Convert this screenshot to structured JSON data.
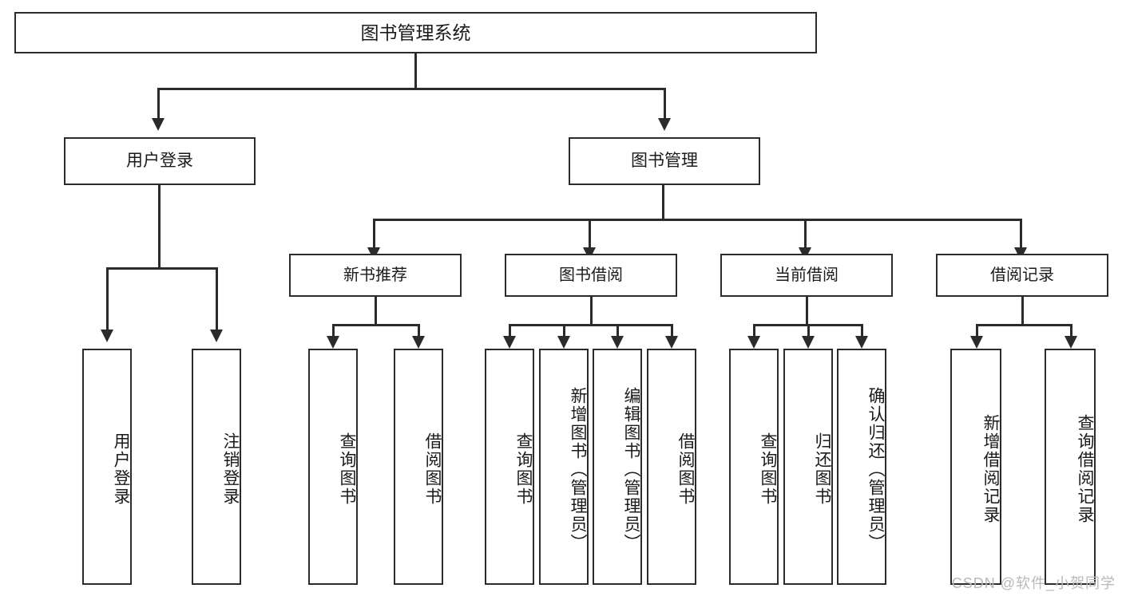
{
  "diagram": {
    "title": "图书管理系统",
    "watermark": "CSDN @软件_小贺同学",
    "line_color": "#2b2b2b",
    "box_fill": "#ffffff",
    "text_color": "#1a1a1a",
    "root": {
      "label": "图书管理系统"
    },
    "level1": [
      {
        "label": "用户登录"
      },
      {
        "label": "图书管理"
      }
    ],
    "level2": [
      {
        "label": "新书推荐"
      },
      {
        "label": "图书借阅"
      },
      {
        "label": "当前借阅"
      },
      {
        "label": "借阅记录"
      }
    ],
    "leaves": {
      "user_login": [
        {
          "label": "用户登录"
        },
        {
          "label": "注销登录"
        }
      ],
      "new_book_recommend": [
        {
          "label": "查询图书"
        },
        {
          "label": "借阅图书"
        }
      ],
      "book_borrow": [
        {
          "label": "查询图书"
        },
        {
          "label": "新增图书（管理员）"
        },
        {
          "label": "编辑图书（管理员）"
        },
        {
          "label": "借阅图书"
        }
      ],
      "current_borrow": [
        {
          "label": "查询图书"
        },
        {
          "label": "归还图书"
        },
        {
          "label": "确认归还（管理员）"
        }
      ],
      "borrow_record": [
        {
          "label": "新增借阅记录"
        },
        {
          "label": "查询借阅记录"
        }
      ]
    }
  }
}
